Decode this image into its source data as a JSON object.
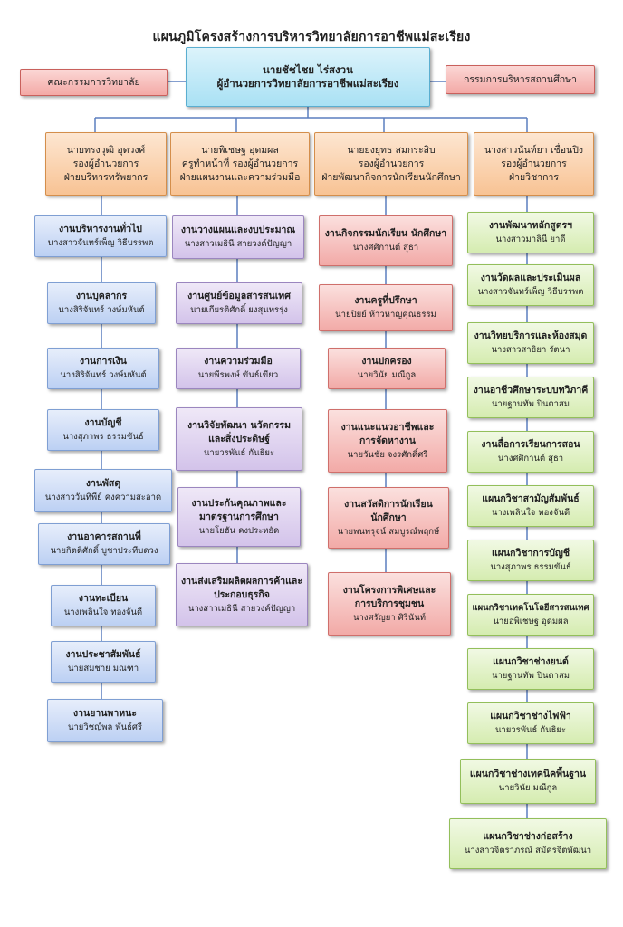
{
  "title": "แผนภูมิโครงสร้างการบริหารวิทยาลัยการอาชีพแม่สะเรียง",
  "top": {
    "name": "นายชัชไชย  ไร่สงวน",
    "role": "ผู้อำนวยการวิทยาลัยการอาชีพแม่สะเรียง",
    "color": "#a9e1f4"
  },
  "left_committee": "คณะกรรมการวิทยาลัย",
  "right_committee": "กรรมการบริหารสถานศึกษา",
  "deputies": [
    {
      "l1": "นายทรงวุฒิ  อุดวงศ์",
      "l2": "รองผู้อำนวยการ",
      "l3": "ฝ่ายบริหารทรัพยากร"
    },
    {
      "l1": "นายพิเชษฐ  อุดมผล",
      "l2": "ครูทำหน้าที่ รองผู้อำนวยการ",
      "l3": "ฝ่ายแผนงานและความร่วมมือ"
    },
    {
      "l1": "นายยงยุทธ  สมกระสิบ",
      "l2": "รองผู้อำนวยการ",
      "l3": "ฝ่ายพัฒนากิจการนักเรียนนักศึกษา"
    },
    {
      "l1": "นางสาวนันท์ยา  เชื่อนปิง",
      "l2": "รองผู้อำนวยการ",
      "l3": "ฝ่ายวิชาการ"
    }
  ],
  "col1": [
    {
      "dept": "งานบริหารงานทั่วไป",
      "person": "นางสาวจันทร์เพ็ญ  วิธีบรรพต"
    },
    {
      "dept": "งานบุคลากร",
      "person": "นางสิริจันทร์  วงษ์มหันต์"
    },
    {
      "dept": "งานการเงิน",
      "person": "นางสิริจันทร์  วงษ์มหันต์"
    },
    {
      "dept": "งานบัญชี",
      "person": "นางสุภาพร  ธรรมขันธ์"
    },
    {
      "dept": "งานพัสดุ",
      "person": "นางสาววันทิพีย์  คงความสะอาด"
    },
    {
      "dept": "งานอาคารสถานที่",
      "person": "นายกิตติศักดิ์  บูชาประทีบดวง"
    },
    {
      "dept": "งานทะเบียน",
      "person": "นางเพลินใจ  ทองจันดี"
    },
    {
      "dept": "งานประชาสัมพันธ์",
      "person": "นายสมชาย  มณฑา"
    },
    {
      "dept": "งานยานพาหนะ",
      "person": "นายวิชญ์พล  พันธ์ศรี"
    }
  ],
  "col2": [
    {
      "dept": "งานวางแผนและงบประมาณ",
      "person": "นางสาวเมธินี  สายวงค์ปัญญา"
    },
    {
      "dept": "งานศูนย์ข้อมูลสารสนเทศ",
      "person": "นายเกียรติศักดิ์  ยงสุนทรรุ่ง"
    },
    {
      "dept": "งานความร่วมมือ",
      "person": "นายพีรพงษ์  ขันธ์เขียว"
    },
    {
      "dept": "งานวิจัยพัฒนา นวัตกรรม",
      "dept2": "และสิ่งประดิษฐ์",
      "person": "นายวรพันธ์  กันธิยะ"
    },
    {
      "dept": "งานประกันคุณภาพและ",
      "dept2": "มาตรฐานการศึกษา",
      "person": "นายโยฮัน  คงประหยัด"
    },
    {
      "dept": "งานส่งเสริมผลิตผลการค้าและ",
      "dept2": "ประกอบธุรกิจ",
      "person": "นางสาวเมธินี  สายวงค์ปัญญา"
    }
  ],
  "col3": [
    {
      "dept": "งานกิจกรรมนักเรียน นักศึกษา",
      "person": "นางศศิกานต์  สุธา"
    },
    {
      "dept": "งานครูที่ปรึกษา",
      "person": "นายปิยย์  ห้าวหาญคุณธรรม"
    },
    {
      "dept": "งานปกครอง",
      "person": "นายวินัย  มณีกูล"
    },
    {
      "dept": "งานแนะแนวอาชีพและ",
      "dept2": "การจัดหางาน",
      "person": "นายวันชัย  จงรศักดิ์ศรี"
    },
    {
      "dept": "งานสวัสดิการนักเรียน",
      "dept2": "นักศึกษา",
      "person": "นายพนพรุจน์  สมบูรณ์พฤกษ์"
    },
    {
      "dept": "งานโครงการพิเศษและ",
      "dept2": "การบริการชุมชน",
      "person": "นางศรัญยา  ศิรินันท์"
    }
  ],
  "col4": [
    {
      "dept": "งานพัฒนาหลักสูตรฯ",
      "person": "นางสาวมาลินี  ยาดี"
    },
    {
      "dept": "งานวัดผลและประเมินผล",
      "person": "นางสาวจันทร์เพ็ญ  วิธีบรรพต"
    },
    {
      "dept": "งานวิทยบริการและห้องสมุด",
      "person": "นางสาวสาธิยา  รัตนา"
    },
    {
      "dept": "งานอาชีวศึกษาระบบทวิภาคี",
      "person": "นายฐานทัพ  ปินตาสม"
    },
    {
      "dept": "งานสื่อการเรียนการสอน",
      "person": "นางศศิกานต์  สุธา"
    },
    {
      "dept": "แผนกวิชาสามัญสัมพันธ์",
      "person": "นางเพลินใจ  ทองจันดี"
    },
    {
      "dept": "แผนกวิชาการบัญชี",
      "person": "นางสุภาพร  ธรรมขันธ์"
    },
    {
      "dept": "แผนกวิชาเทคโนโลยีสารสนเทศ",
      "person": "นายอพิเชษฐ  อุดมผล"
    },
    {
      "dept": "แผนกวิชาช่างยนต์",
      "person": "นายฐานทัพ  ปินตาสม"
    },
    {
      "dept": "แผนกวิชาช่างไฟฟ้า",
      "person": "นายวรพันธ์  กันธิยะ"
    },
    {
      "dept": "แผนกวิชาช่างเทคนิคพื้นฐาน",
      "person": "นายวินัย  มณีกูล"
    },
    {
      "dept": "แผนกวิชาช่างก่อสร้าง",
      "person": "นางสาวจิตราภรณ์  สมัครจิตพัฒนา"
    }
  ]
}
